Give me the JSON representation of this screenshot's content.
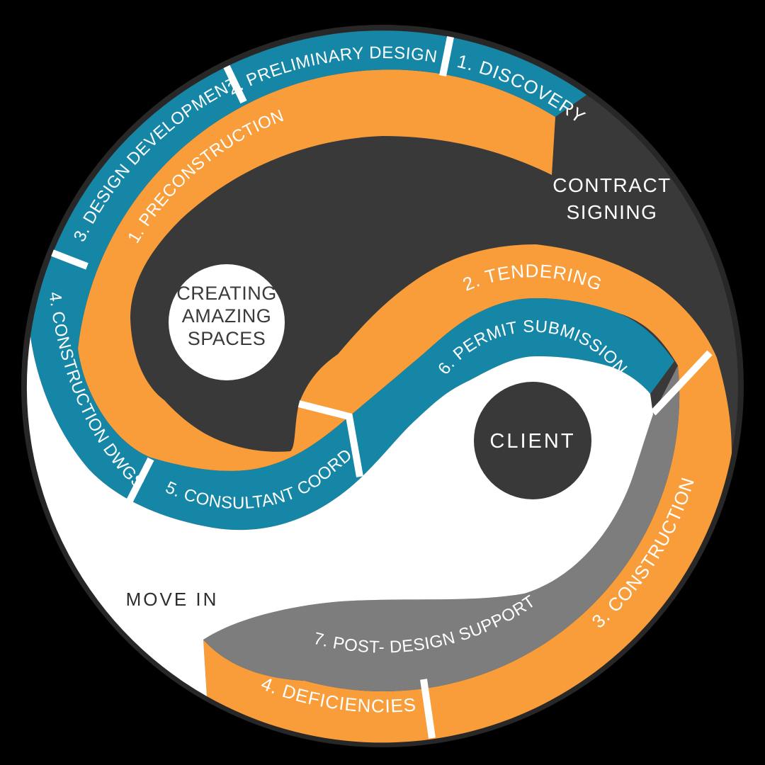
{
  "diagram": {
    "title_hub": {
      "lines": [
        "CREATING",
        "AMAZING",
        "SPACES"
      ]
    },
    "client_hub": {
      "label": "CLIENT"
    },
    "milestones": {
      "contract_line1": "CONTRACT",
      "contract_line2": "SIGNING",
      "move_in": "MOVE IN"
    },
    "design_phases": [
      {
        "label": "1. DISCOVERY"
      },
      {
        "label": "2. PRELIMINARY DESIGN"
      },
      {
        "label": "3. DESIGN DEVELOPMENT"
      },
      {
        "label": "4. CONSTRUCTION DWGS"
      },
      {
        "label": "5. CONSULTANT COORD."
      },
      {
        "label": "6. PERMIT SUBMISSION"
      }
    ],
    "build_phases": [
      {
        "label": "1. PRECONSTRUCTION"
      },
      {
        "label": "2. TENDERING"
      },
      {
        "label": "3. CONSTRUCTION"
      },
      {
        "label": "4.  DEFICIENCIES"
      }
    ],
    "support_phases": [
      {
        "label": "7. POST- DESIGN SUPPORT"
      }
    ],
    "colors": {
      "background": "#000000",
      "disc": "#393939",
      "rim": "#272727",
      "design_teal": "#1686a6",
      "build_orange": "#f89d3a",
      "support_gray": "#7d7d7d",
      "white": "#ffffff"
    }
  }
}
